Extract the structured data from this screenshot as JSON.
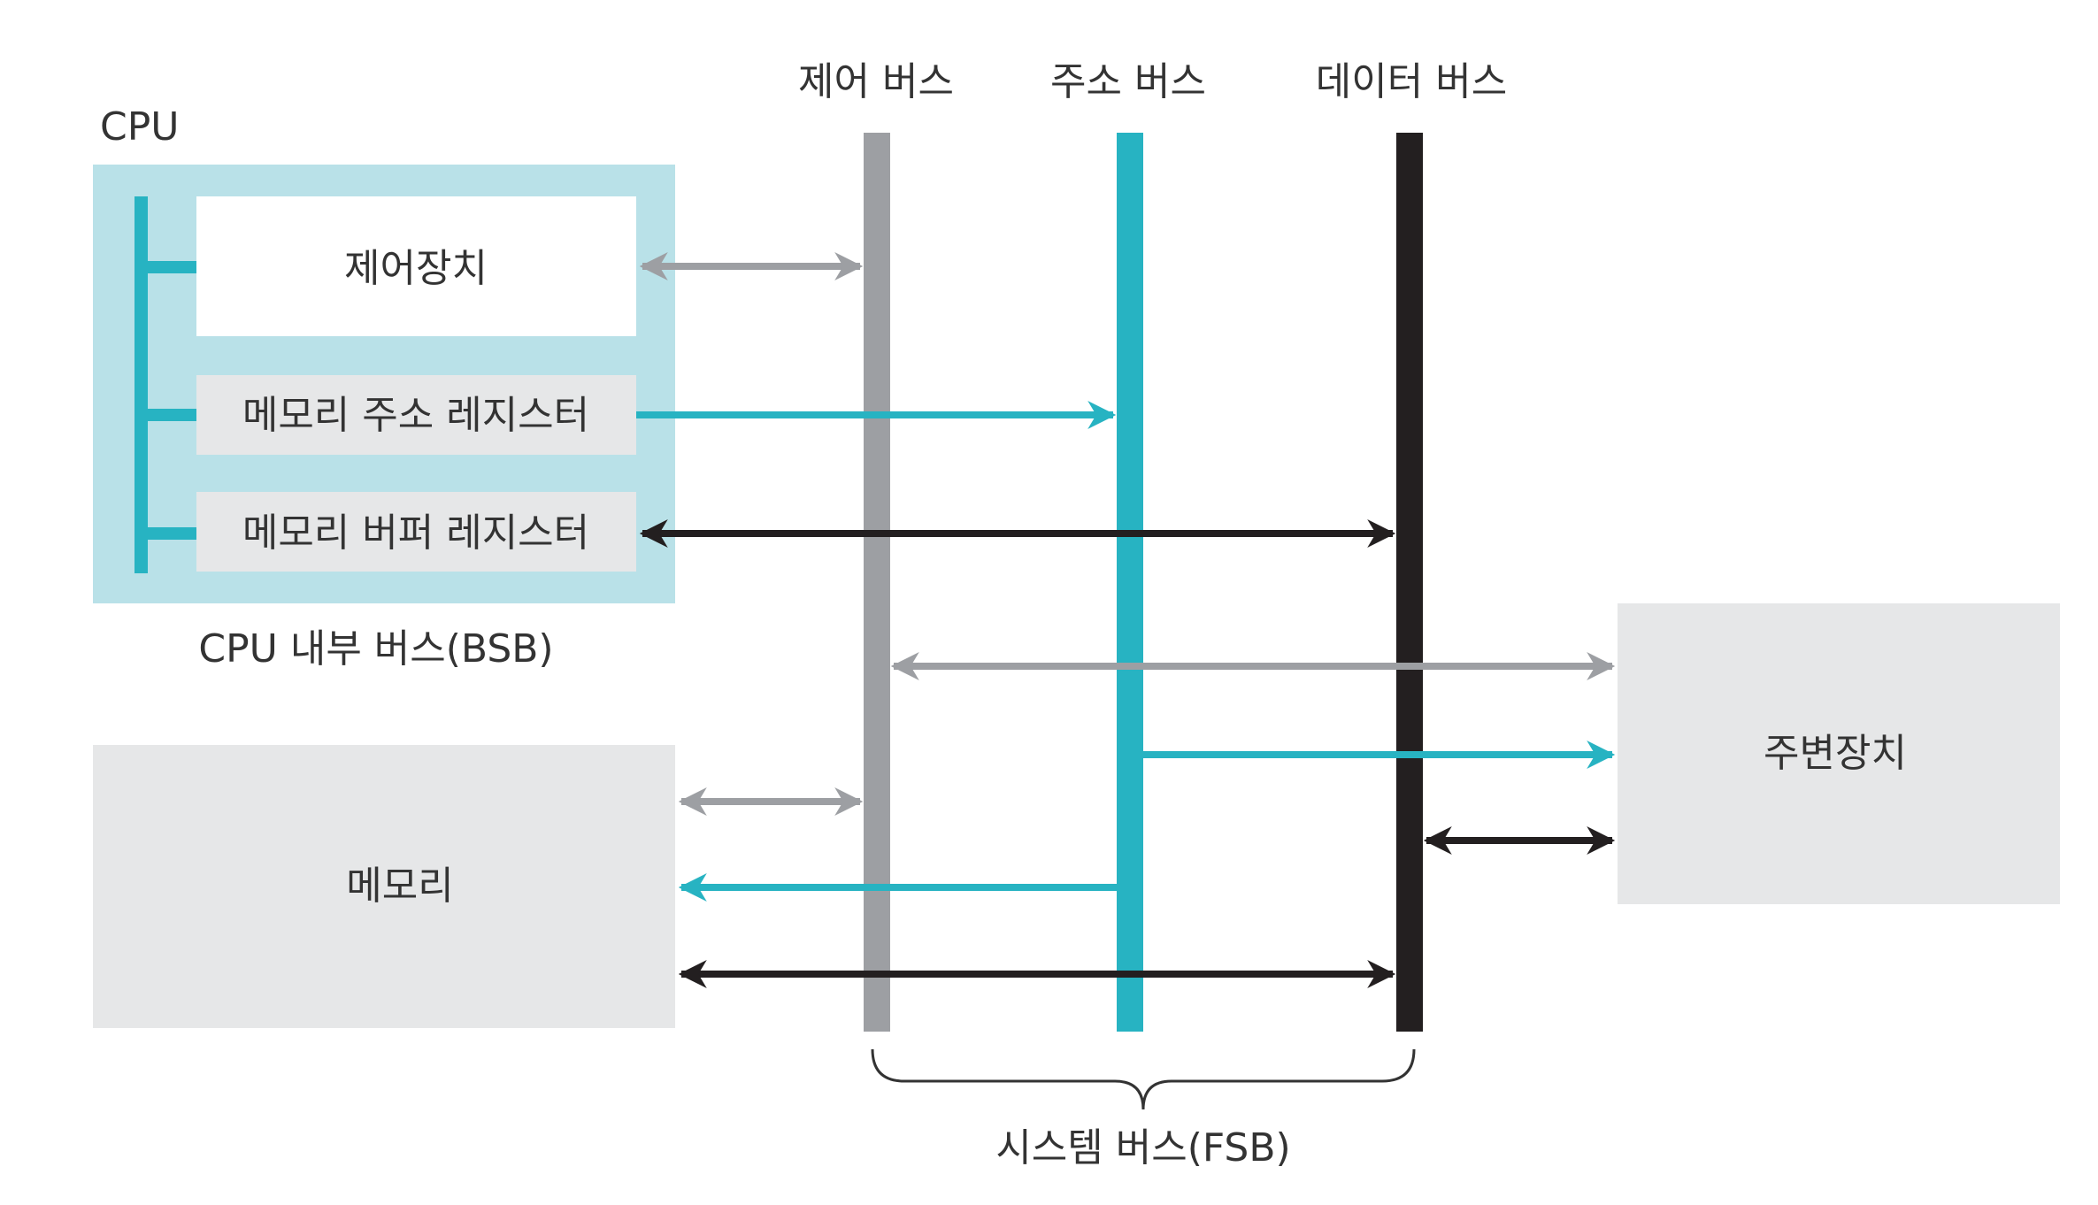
{
  "labels": {
    "cpu": "CPU",
    "control_unit": "제어장치",
    "mar": "메모리 주소 레지스터",
    "mbr": "메모리 버퍼 레지스터",
    "cpu_internal_bus": "CPU 내부 버스(BSB)",
    "memory": "메모리",
    "peripheral": "주변장치",
    "control_bus": "제어 버스",
    "address_bus": "주소 버스",
    "data_bus": "데이터 버스",
    "system_bus": "시스템 버스(FSB)"
  },
  "colors": {
    "control_bus": "#9d9fa3",
    "address_bus": "#27b3c2",
    "data_bus": "#231f20",
    "cpu_panel": "#b9e1e8",
    "register_box": "#e6e7e8",
    "block_box": "#e6e7e8",
    "control_arrow": "#9d9fa3",
    "address_arrow": "#27b3c2",
    "data_arrow": "#231f20",
    "text": "#333333"
  }
}
